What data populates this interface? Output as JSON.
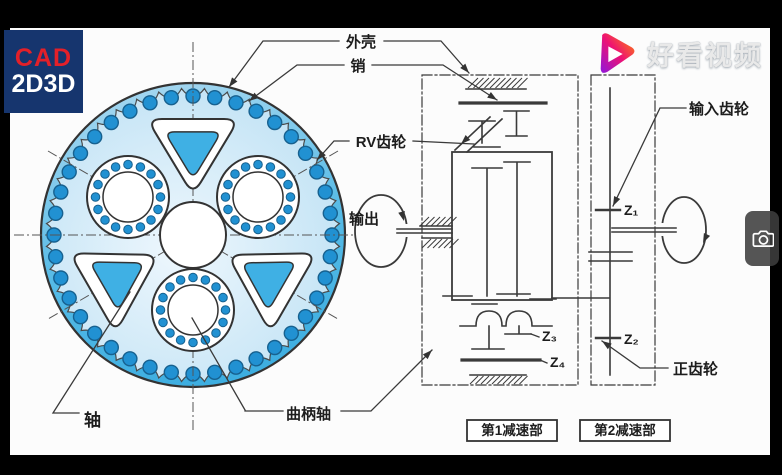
{
  "overlay": {
    "channel_badge": {
      "top": "CAD",
      "bottom": "2D3D"
    },
    "platform": {
      "name": "好看视频"
    }
  },
  "diagram": {
    "labels": {
      "housing": "外壳",
      "pin": "销",
      "rv_gear": "RV齿轮",
      "output": "输出",
      "input_gear": "输入齿轮",
      "spur_gear": "正齿轮",
      "shaft": "轴",
      "crank_shaft": "曲柄轴",
      "z1": "Z₁",
      "z2": "Z₂",
      "z3": "Z₃",
      "z4": "Z₄"
    },
    "stages": {
      "first": "第1减速部",
      "second": "第2减速部"
    },
    "colors": {
      "housing_top": "#9fd4ee",
      "housing": "#41b1e2",
      "gear_body_center": "#eef7fd",
      "gear_body_edge": "#b7def3",
      "pin_fill": "#2191d2",
      "pin_stroke": "#17618f",
      "hole_fill": "#3fb0e4",
      "line": "#3a3a3a",
      "centerline": "#555555"
    }
  }
}
